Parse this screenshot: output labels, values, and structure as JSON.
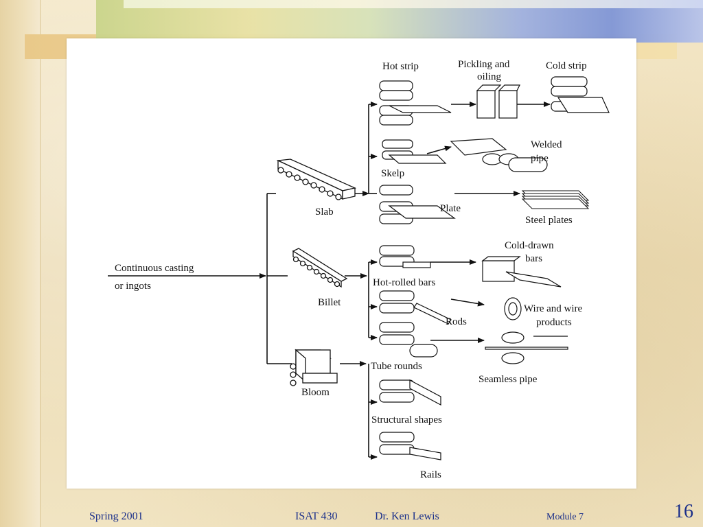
{
  "diagram": {
    "source": "Continuous casting",
    "source_line2": "or ingots",
    "intermediates": {
      "slab": "Slab",
      "billet": "Billet",
      "bloom": "Bloom"
    },
    "processes": {
      "hot_strip": "Hot strip",
      "skelp": "Skelp",
      "plate": "Plate",
      "hot_rolled_bars": "Hot-rolled bars",
      "rods": "Rods",
      "tube_rounds": "Tube rounds",
      "structural_shapes": "Structural shapes",
      "rails": "Rails"
    },
    "products": {
      "pickling_line1": "Pickling and",
      "pickling_line2": "oiling",
      "cold_strip": "Cold strip",
      "welded_line1": "Welded",
      "welded_line2": "pipe",
      "steel_plates": "Steel plates",
      "cold_drawn_line1": "Cold-drawn",
      "cold_drawn_line2": "bars",
      "wire_line1": "Wire and wire",
      "wire_line2": "products",
      "seamless_pipe": "Seamless pipe"
    }
  },
  "footer": {
    "term": "Spring 2001",
    "course": "ISAT 430",
    "instructor": "Dr. Ken Lewis",
    "module": "Module 7",
    "page": "16"
  }
}
